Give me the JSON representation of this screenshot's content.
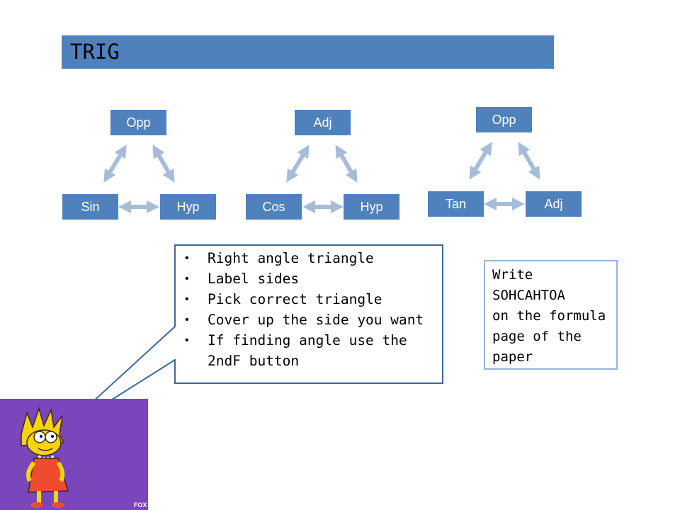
{
  "title": "TRIG",
  "triangles": [
    {
      "top": "Opp",
      "left": "Sin",
      "right": "Hyp"
    },
    {
      "top": "Adj",
      "left": "Cos",
      "right": "Hyp"
    },
    {
      "top": "Opp",
      "left": "Tan",
      "right": "Adj"
    }
  ],
  "steps": [
    "Right angle triangle",
    "Label sides",
    "Pick correct triangle",
    "Cover up the side you want",
    "If finding angle use the 2ndF button"
  ],
  "note_lines": [
    "Write",
    "SOHCAHTOA",
    "on the formula",
    "page of the",
    "paper"
  ],
  "image_label": "FOX",
  "colors": {
    "accent": "#4f81bd",
    "note_border": "#95b3d7",
    "callout_border": "#3a6a9e",
    "character_bg": "#8048c2"
  }
}
